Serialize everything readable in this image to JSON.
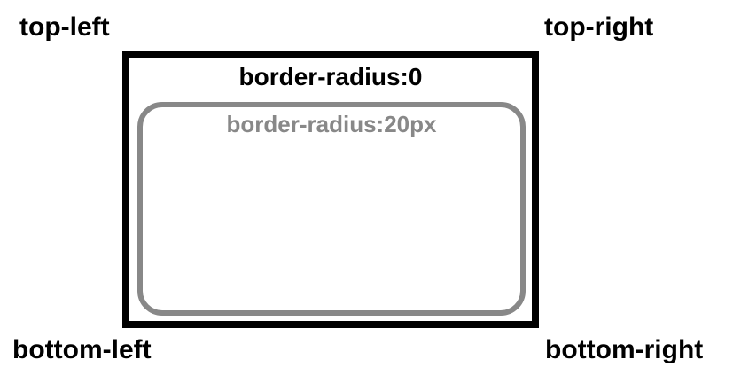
{
  "corners": {
    "top_left": "top-left",
    "top_right": "top-right",
    "bottom_left": "bottom-left",
    "bottom_right": "bottom-right"
  },
  "outer_box": {
    "caption": "border-radius:0",
    "border_color": "#000000"
  },
  "inner_box": {
    "caption": "border-radius:20px",
    "border_color": "#888888"
  }
}
